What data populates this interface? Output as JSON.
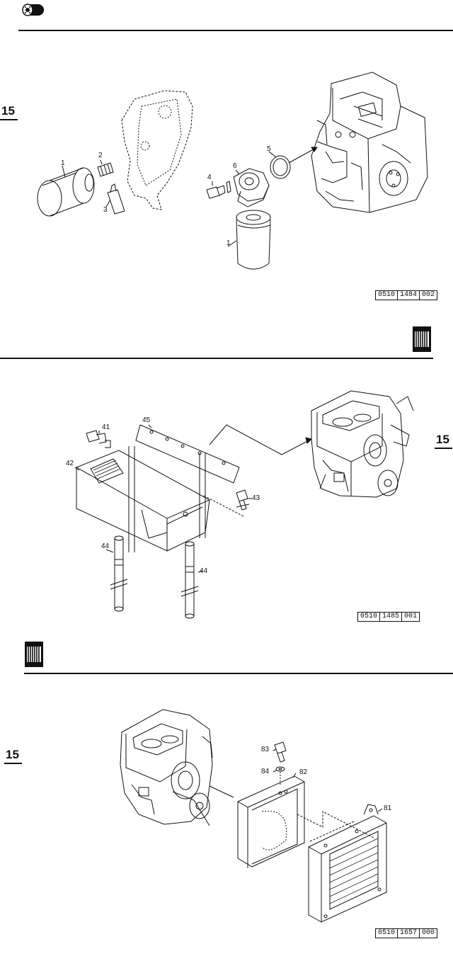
{
  "page": {
    "section_number": "15",
    "sections": [
      {
        "drawing_number": [
          "0510",
          "1484",
          "002"
        ],
        "part_labels": [
          "1",
          "2",
          "3",
          "4",
          "5",
          "6",
          "1"
        ]
      },
      {
        "drawing_number": [
          "0510",
          "1485",
          "001"
        ],
        "part_labels": [
          "41",
          "42",
          "43",
          "44",
          "44",
          "45"
        ]
      },
      {
        "drawing_number": [
          "0510",
          "1657",
          "000"
        ],
        "part_labels": [
          "81",
          "82",
          "83",
          "84"
        ]
      }
    ]
  },
  "icons": {
    "top": "oil-filter-icon",
    "middle": "oil-cooler-icon",
    "bottom": "oil-cooler-icon"
  }
}
